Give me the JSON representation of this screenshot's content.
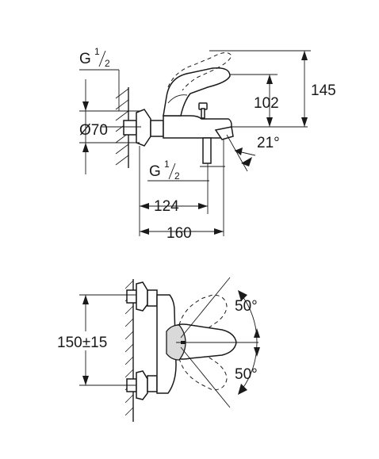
{
  "side_view": {
    "inlet_thread_top": {
      "main": "G",
      "sup": "1",
      "sub": "2"
    },
    "diameter": "Ø70",
    "outlet_thread": {
      "main": "G",
      "sup": "1",
      "sub": "2"
    },
    "height_spout": "102",
    "height_total": "145",
    "angle": "21°",
    "length_spout": "124",
    "length_total": "160"
  },
  "front_view": {
    "centers": "150±15",
    "angle_up": "50°",
    "angle_down": "50°"
  }
}
